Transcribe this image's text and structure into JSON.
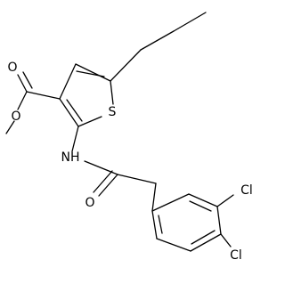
{
  "atoms": {
    "carbonyl_o_ester": "O",
    "ether_o_ester": "O",
    "sulfur": "S",
    "amide_nh": "NH",
    "amide_o": "O",
    "chlorine_meta": "Cl",
    "chlorine_para": "Cl"
  },
  "colors": {
    "bond": "#000000",
    "text": "#000000",
    "background": "#ffffff"
  }
}
